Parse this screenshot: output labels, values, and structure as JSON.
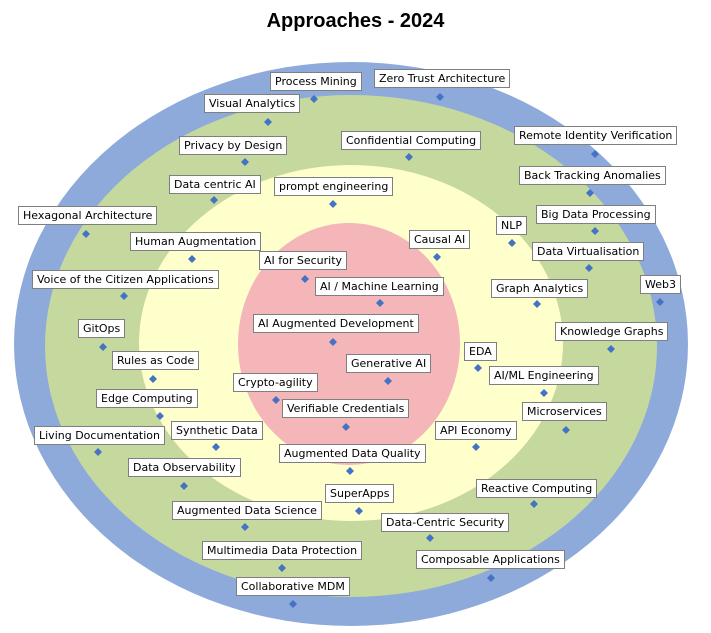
{
  "title": "Approaches - 2024",
  "colors": {
    "ring_outer": "#8eaadb",
    "ring_3": "#c5d89e",
    "ring_2": "#ffffcc",
    "ring_inner": "#f4b6b9",
    "marker": "#4472c4"
  },
  "items": [
    {
      "label": "Process Mining"
    },
    {
      "label": "Zero Trust Architecture"
    },
    {
      "label": "Visual Analytics"
    },
    {
      "label": "Privacy by Design"
    },
    {
      "label": "Confidential Computing"
    },
    {
      "label": "Remote  Identity Verification"
    },
    {
      "label": "Back Tracking Anomalies"
    },
    {
      "label": "Data centric AI"
    },
    {
      "label": "prompt engineering"
    },
    {
      "label": "Big Data Processing"
    },
    {
      "label": "Hexagonal Architecture"
    },
    {
      "label": "NLP"
    },
    {
      "label": "Causal AI"
    },
    {
      "label": "Human Augmentation"
    },
    {
      "label": "Data Virtualisation"
    },
    {
      "label": "AI for Security"
    },
    {
      "label": "Voice of the Citizen Applications"
    },
    {
      "label": "Web3"
    },
    {
      "label": "AI / Machine Learning"
    },
    {
      "label": "Graph Analytics"
    },
    {
      "label": "GitOps"
    },
    {
      "label": "AI Augmented  Development"
    },
    {
      "label": "Knowledge Graphs"
    },
    {
      "label": "EDA"
    },
    {
      "label": "Rules as Code"
    },
    {
      "label": "Generative AI"
    },
    {
      "label": "AI/ML Engineering"
    },
    {
      "label": "Crypto-agility"
    },
    {
      "label": "Edge Computing"
    },
    {
      "label": "Verifiable Credentials"
    },
    {
      "label": "Microservices"
    },
    {
      "label": "Synthetic Data"
    },
    {
      "label": "API Economy"
    },
    {
      "label": "Living Documentation"
    },
    {
      "label": "Data Observability"
    },
    {
      "label": "Augmented  Data Quality"
    },
    {
      "label": "SuperApps"
    },
    {
      "label": "Reactive Computing"
    },
    {
      "label": "Augmented  Data Science"
    },
    {
      "label": "Data-Centric Security"
    },
    {
      "label": "Multimedia Data Protection"
    },
    {
      "label": "Composable Applications"
    },
    {
      "label": "Collaborative MDM"
    }
  ]
}
